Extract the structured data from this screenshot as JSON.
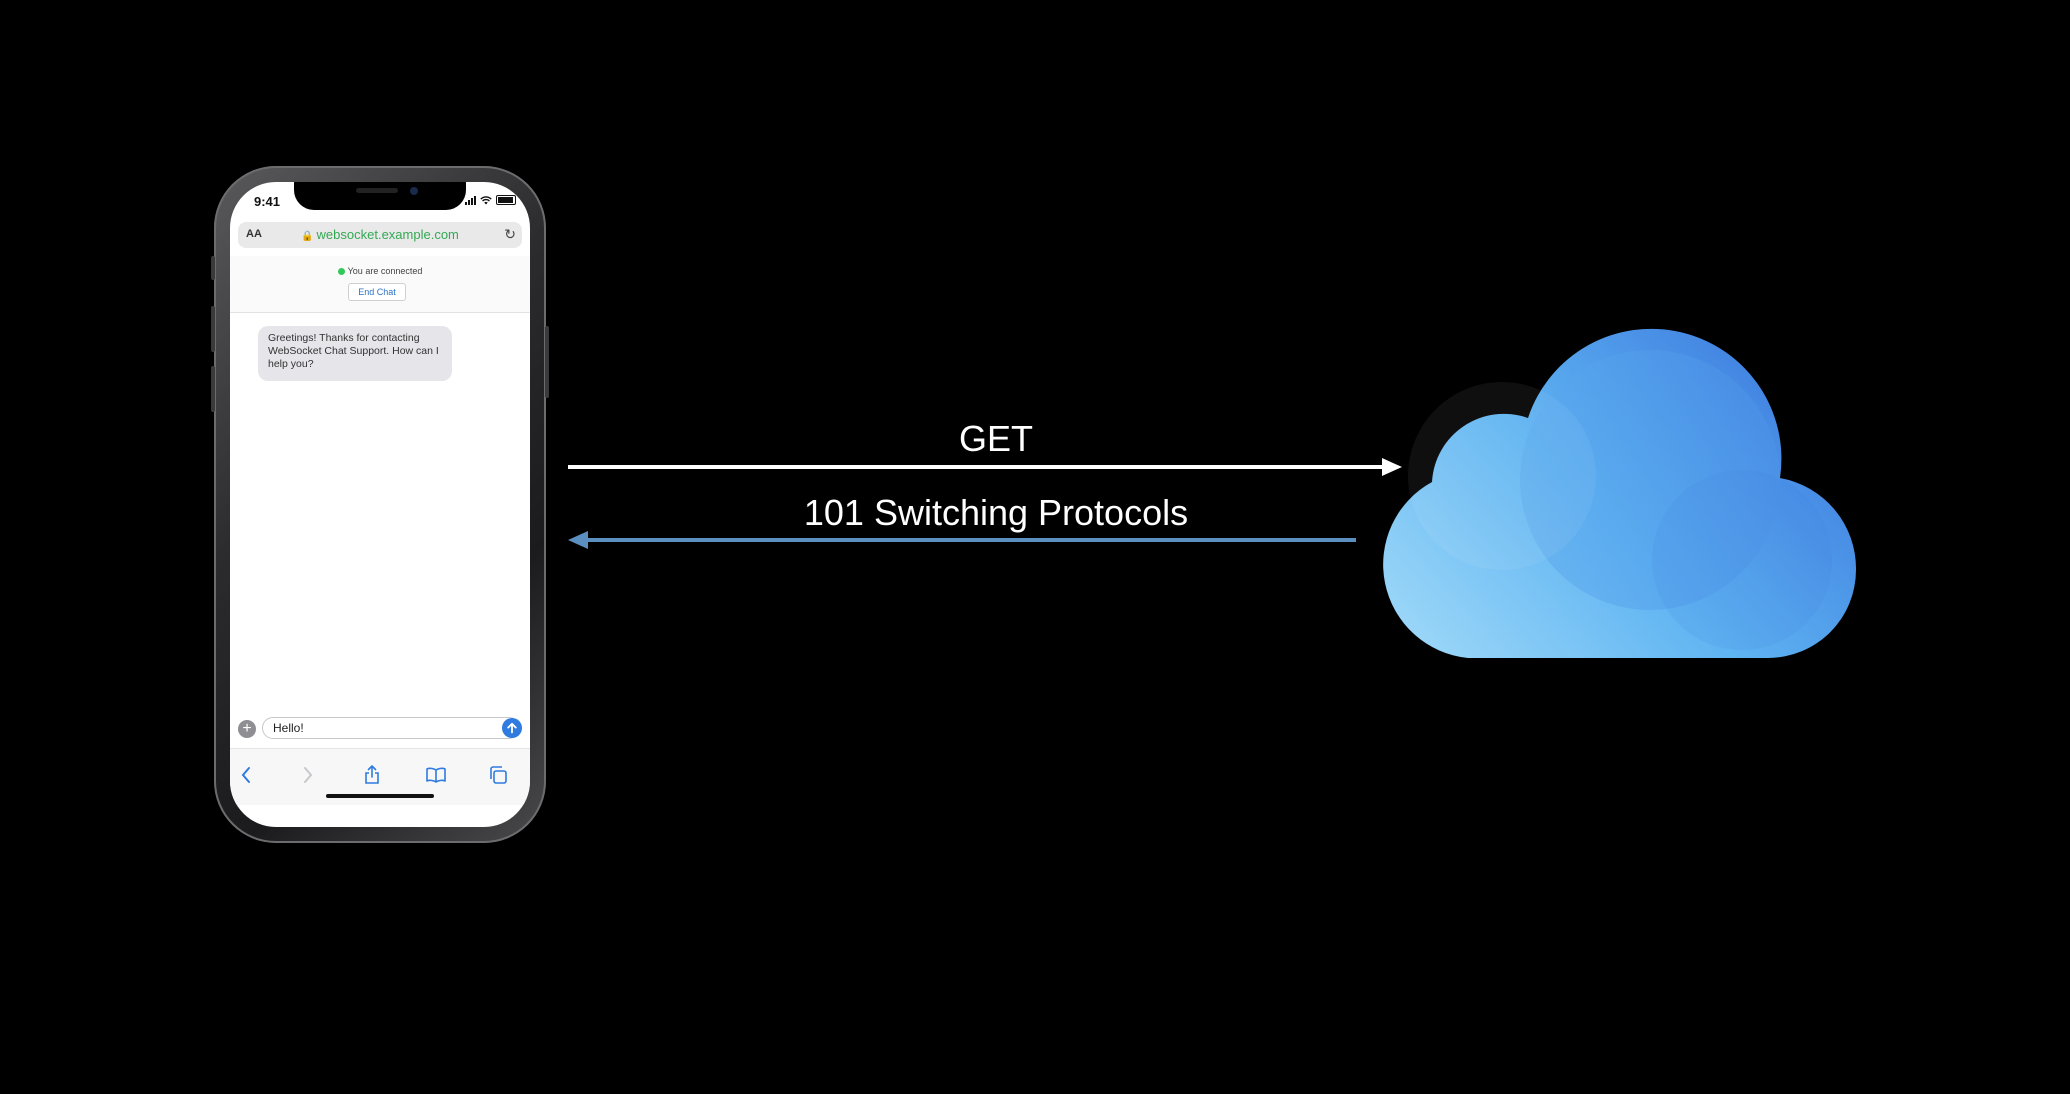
{
  "phone": {
    "status_time": "9:41",
    "address_bar": {
      "text_size_label": "AA",
      "url": "websocket.example.com"
    },
    "connection_status": "You are connected",
    "end_chat_label": "End Chat",
    "chat_message": "Greetings! Thanks for contacting WebSocket Chat Support. How can I help you?",
    "composer_value": "Hello!"
  },
  "arrows": {
    "request_label": "GET",
    "response_label": "101 Switching Protocols"
  },
  "colors": {
    "background": "#000000",
    "request_arrow": "#ffffff",
    "response_arrow": "#5a8fbf",
    "cloud_light": "#8fd0f7",
    "cloud_dark": "#3f7fe0"
  }
}
